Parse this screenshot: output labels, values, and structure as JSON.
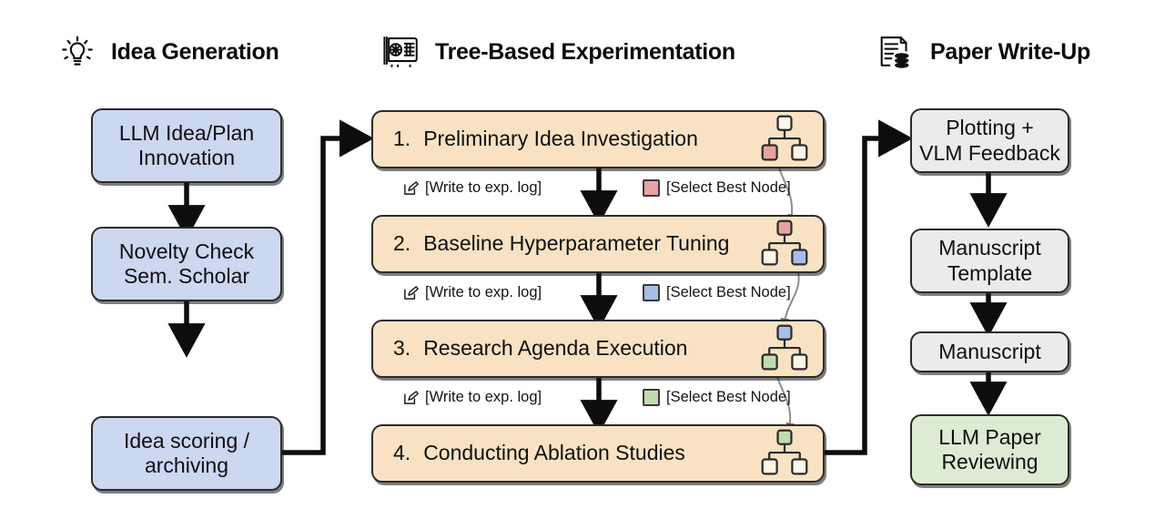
{
  "colors": {
    "blue_box": "#ccd7f0",
    "orange_box": "#f8e2c3",
    "grey_box": "#ebebeb",
    "green_box": "#dcecd4",
    "node_pink": "#e8a3a1",
    "node_blue": "#a9bdea",
    "node_green": "#bfdcb0",
    "node_white": "#fdf6e8",
    "outline": "#2b2b2b",
    "curve": "#8a8a8a"
  },
  "columns": [
    {
      "id": "idea-generation",
      "title": "Idea Generation",
      "icon": "lightbulb-icon"
    },
    {
      "id": "tree-based-experimentation",
      "title": "Tree-Based Experimentation",
      "icon": "gpu-card-icon"
    },
    {
      "id": "paper-write-up",
      "title": "Paper Write-Up",
      "icon": "document-database-icon"
    }
  ],
  "idea_generation": {
    "boxes": [
      {
        "id": "llm-idea-plan-innovation",
        "lines": [
          "LLM Idea/Plan",
          "Innovation"
        ]
      },
      {
        "id": "novelty-check-sem-scholar",
        "lines": [
          "Novelty Check",
          "Sem. Scholar"
        ]
      },
      {
        "id": "idea-scoring-archiving",
        "lines": [
          "Idea scoring /",
          "archiving"
        ]
      }
    ]
  },
  "experimentation": {
    "stages": [
      {
        "id": "stage-1",
        "number": "1.",
        "label": "Preliminary Idea Investigation",
        "tree": {
          "root": "white",
          "left": "pink",
          "right": "white"
        }
      },
      {
        "id": "stage-2",
        "number": "2.",
        "label": "Baseline Hyperparameter Tuning",
        "tree": {
          "root": "pink",
          "left": "white",
          "right": "blue"
        }
      },
      {
        "id": "stage-3",
        "number": "3.",
        "label": "Research Agenda Execution",
        "tree": {
          "root": "blue",
          "left": "green",
          "right": "white"
        }
      },
      {
        "id": "stage-4",
        "number": "4.",
        "label": "Conducting Ablation Studies",
        "tree": {
          "root": "green",
          "left": "white",
          "right": "white"
        }
      }
    ],
    "captions": [
      {
        "id": "caption-1",
        "write_label": "[Write to exp. log]",
        "select_label": "[Select Best Node]",
        "select_color": "pink"
      },
      {
        "id": "caption-2",
        "write_label": "[Write to exp. log]",
        "select_label": "[Select Best Node]",
        "select_color": "blue"
      },
      {
        "id": "caption-3",
        "write_label": "[Write to exp. log]",
        "select_label": "[Select Best Node]",
        "select_color": "green"
      }
    ]
  },
  "paper_write_up": {
    "boxes": [
      {
        "id": "plotting-vlm-feedback",
        "lines": [
          "Plotting +",
          "VLM Feedback"
        ],
        "style": "grey"
      },
      {
        "id": "manuscript-template",
        "lines": [
          "Manuscript",
          "Template"
        ],
        "style": "grey"
      },
      {
        "id": "manuscript",
        "lines": [
          "Manuscript"
        ],
        "style": "grey"
      },
      {
        "id": "llm-paper-reviewing",
        "lines": [
          "LLM Paper",
          "Reviewing"
        ],
        "style": "green"
      }
    ]
  }
}
